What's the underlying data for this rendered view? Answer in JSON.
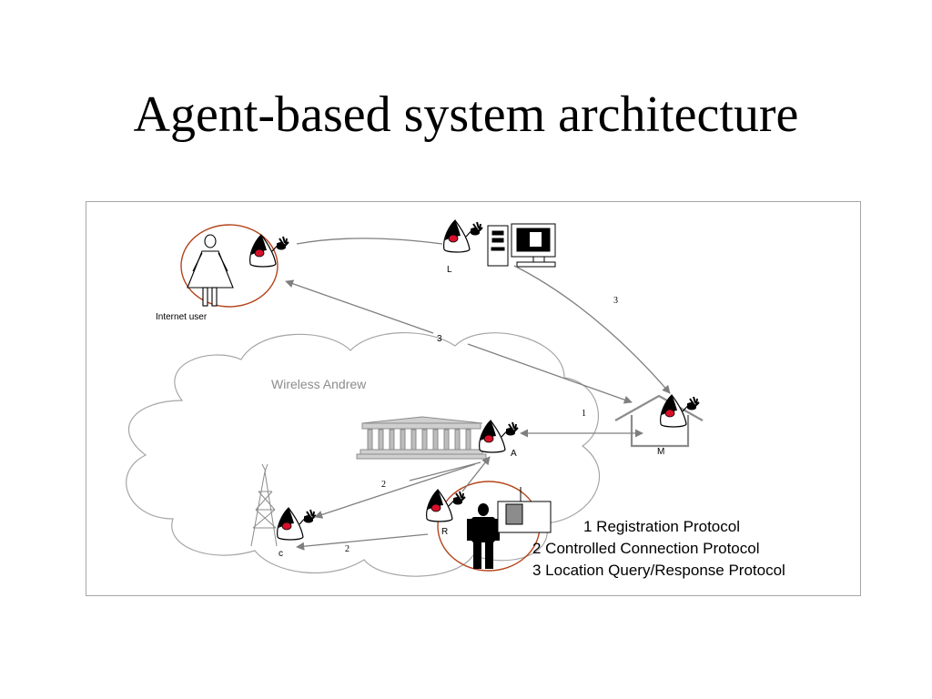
{
  "slide": {
    "title": "Agent-based system architecture"
  },
  "diagram": {
    "cloud_label": "Wireless Andrew",
    "nodes": {
      "internet_user": "Internet user",
      "l": "L",
      "a": "A",
      "m": "M",
      "r": "R",
      "c": "c"
    },
    "arrow_labels": {
      "three_center": "3",
      "three_right": "3",
      "one": "1",
      "two_upper": "2",
      "two_lower": "2"
    },
    "legend": [
      "1 Registration Protocol",
      "2 Controlled Connection Protocol",
      "3 Location Query/Response Protocol"
    ],
    "colors": {
      "highlight_circle": "#b5451b",
      "agent_eye": "#d8102a",
      "line": "#7f7f7f",
      "frame": "#a6a6a6"
    }
  }
}
